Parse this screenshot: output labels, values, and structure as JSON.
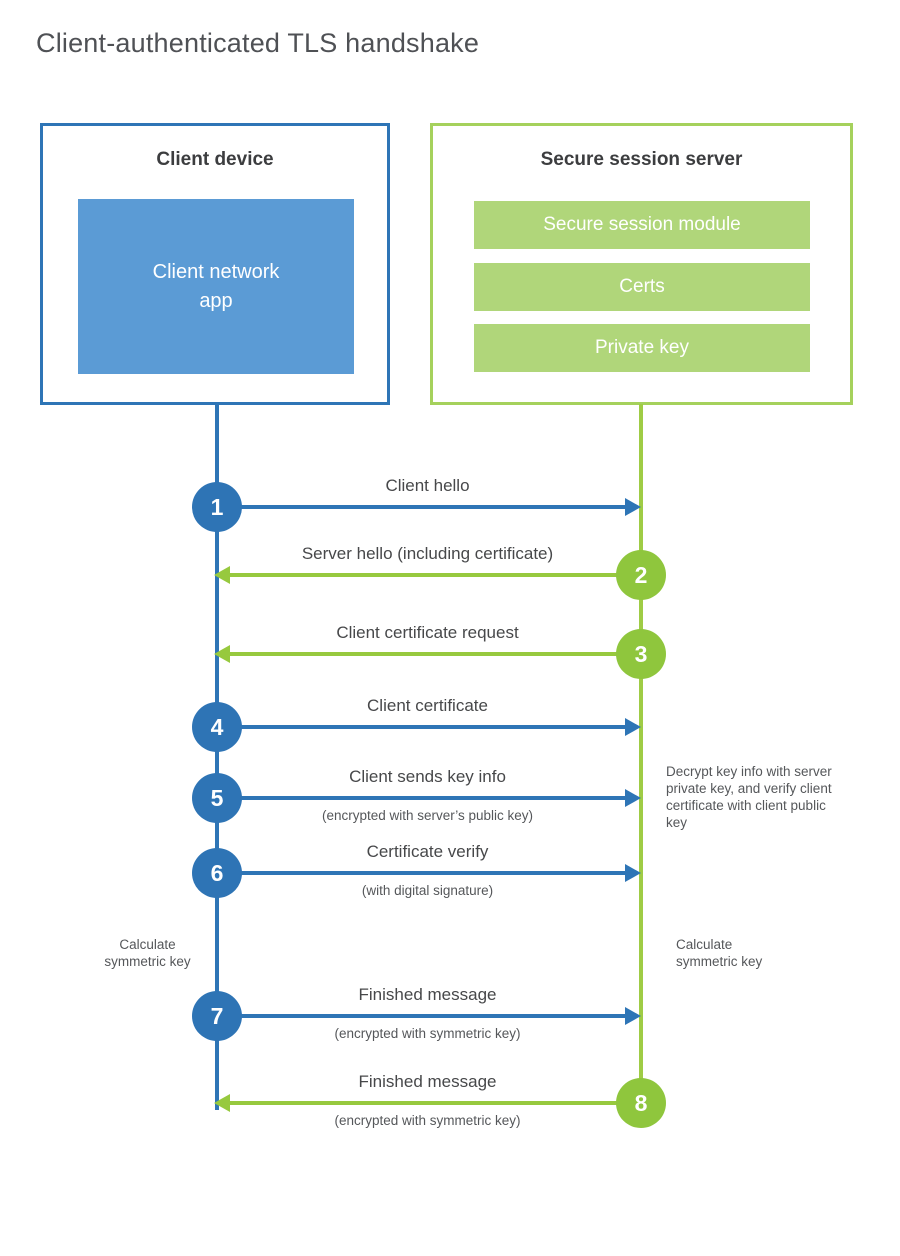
{
  "title": "Client-authenticated TLS handshake",
  "client_box": {
    "title": "Client device",
    "app_label": "Client network\napp"
  },
  "server_box": {
    "title": "Secure session server",
    "modules": [
      "Secure session module",
      "Certs",
      "Private key"
    ]
  },
  "steps": [
    {
      "num": "1",
      "direction": "client-to-server",
      "label": "Client hello",
      "sublabel": ""
    },
    {
      "num": "2",
      "direction": "server-to-client",
      "label": "Server hello (including certificate)",
      "sublabel": ""
    },
    {
      "num": "3",
      "direction": "server-to-client",
      "label": "Client certificate request",
      "sublabel": ""
    },
    {
      "num": "4",
      "direction": "client-to-server",
      "label": "Client certificate",
      "sublabel": ""
    },
    {
      "num": "5",
      "direction": "client-to-server",
      "label": "Client sends key info",
      "sublabel": "(encrypted with server’s public key)"
    },
    {
      "num": "6",
      "direction": "client-to-server",
      "label": "Certificate verify",
      "sublabel": "(with digital signature)"
    },
    {
      "num": "7",
      "direction": "client-to-server",
      "label": "Finished message",
      "sublabel": "(encrypted with symmetric key)"
    },
    {
      "num": "8",
      "direction": "server-to-client",
      "label": "Finished message",
      "sublabel": "(encrypted with symmetric key)"
    }
  ],
  "annotations": {
    "decrypt_note": "Decrypt key info with server private key, and verify client certificate with client public key",
    "calc_left": "Calculate\nsymmetric key",
    "calc_right": "Calculate\nsymmetric key"
  },
  "colors": {
    "blue": "#2e75b6",
    "blue_fill": "#5b9bd5",
    "green": "#97c93e",
    "green_light": "#b0d67a",
    "green_border": "#a5d15c"
  }
}
